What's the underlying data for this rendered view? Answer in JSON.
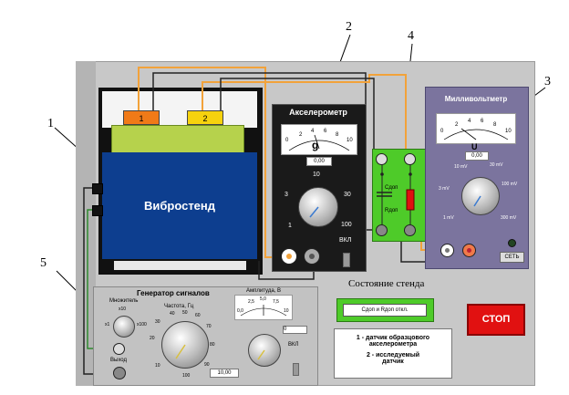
{
  "callouts": [
    "1",
    "2",
    "3",
    "4",
    "5"
  ],
  "vibrostand": {
    "label": "Вибростенд",
    "sensor1": "1",
    "sensor2": "2"
  },
  "accelerometer": {
    "title": "Акселерометр",
    "scale": [
      "0",
      "2",
      "4",
      "6",
      "8",
      "10"
    ],
    "unit": "g",
    "reading": "0,00",
    "range_labels": [
      "10",
      "3",
      "30",
      "1",
      "100"
    ],
    "switch_label": "ВКЛ"
  },
  "rc_block": {
    "c_label": "Сдоп",
    "r_label": "Rдоп"
  },
  "millivoltmeter": {
    "title": "Милливольтметр",
    "scale": [
      "0",
      "2",
      "4",
      "6",
      "8",
      "10"
    ],
    "unit": "U",
    "reading": "0,00",
    "range_labels": [
      "10 mV",
      "30 mV",
      "3 mV",
      "100 mV",
      "1 mV",
      "300 mV"
    ],
    "power_button": "СЕТЬ"
  },
  "generator": {
    "title": "Генератор сигналов",
    "multiplier_label": "Множитель",
    "multiplier_marks": [
      "x10",
      "x1",
      "x100"
    ],
    "frequency_label": "Частота, Гц",
    "frequency_marks": [
      "40",
      "50",
      "60",
      "30",
      "70",
      "20",
      "80",
      "10",
      "90",
      "100"
    ],
    "frequency_reading": "10,00",
    "amplitude_label": "Амплитуда, В",
    "amplitude_scale": [
      "0,0",
      "2,5",
      "5,0",
      "7,5",
      "10"
    ],
    "amplitude_reading": "0",
    "switch_label": "ВКЛ",
    "output_label": "Выход"
  },
  "state": {
    "title": "Состояние стенда",
    "status": "Сдоп и Rдоп откл."
  },
  "stop_button": "СТОП",
  "legend": {
    "line1": "1 - датчик образцового",
    "line2": "акселерометра",
    "line3": "2 - исследуемый",
    "line4": "датчик"
  },
  "colors": {
    "panel": "#c8c8c8",
    "stand_blue": "#0d3e8f",
    "green_block": "#4ecb29",
    "stop": "#e11111",
    "mv_panel": "#7b749e"
  }
}
